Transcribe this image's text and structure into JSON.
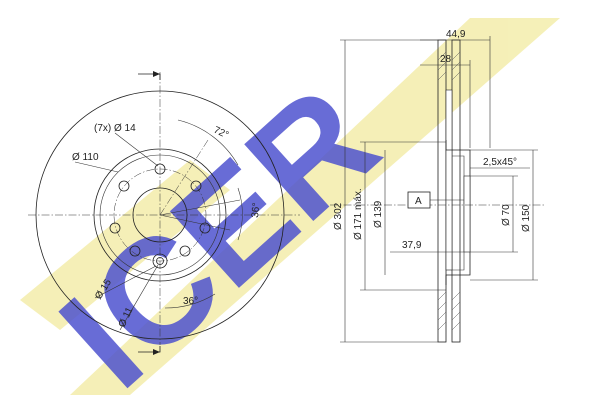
{
  "colors": {
    "watermark_yellow": "#f4eeb0",
    "watermark_blue": "#3b3fc9",
    "line": "#222222"
  },
  "watermark": {
    "text": "ICER"
  },
  "front_view": {
    "holes_label": "(7x) Ø 14",
    "pcd_label": "Ø 110",
    "angle_top": "72°",
    "angle_right": "36°",
    "angle_bottom": "36°",
    "dia15": "Ø 15",
    "dia11": "Ø 11"
  },
  "side_view": {
    "dim_449": "44,9",
    "dim_28": "28",
    "chamfer": "2,5x45°",
    "datum": "A",
    "dia302": "Ø 302",
    "dia171": "Ø 171 máx.",
    "dia139": "Ø 139",
    "dia70": "Ø 70",
    "dia150": "Ø 150",
    "dim_379": "37,9"
  }
}
